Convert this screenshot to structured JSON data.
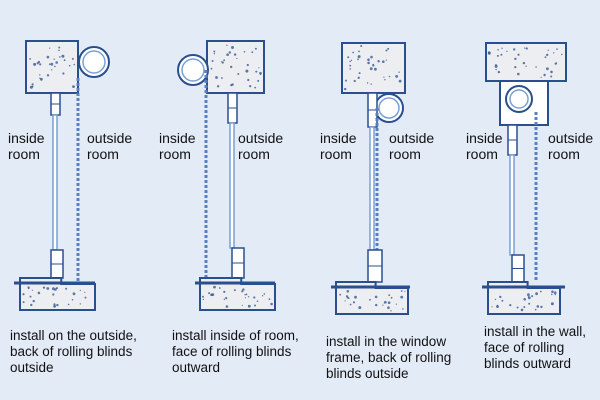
{
  "panels": [
    {
      "inside": "inside\nroom",
      "outside": "outside\nroom",
      "caption": "install on the outside,\nback of rolling blinds\noutside"
    },
    {
      "inside": "inside\nroom",
      "outside": "outside\nroom",
      "caption": "install inside of room,\nface of rolling blinds\noutward"
    },
    {
      "inside": "inside\nroom",
      "outside": "outside\nroom",
      "caption": "install in the window\nframe, back of rolling\nblinds outside"
    },
    {
      "inside": "inside\nroom",
      "outside": "outside\nroom",
      "caption": "install in the wall,\nface of rolling\nblinds outward"
    }
  ],
  "colors": {
    "background": "#e3ebf7",
    "concrete": "#eceef2",
    "outline": "#2a4f8f",
    "glass": "#7aa0d4",
    "slat": "#5a7fc0"
  }
}
